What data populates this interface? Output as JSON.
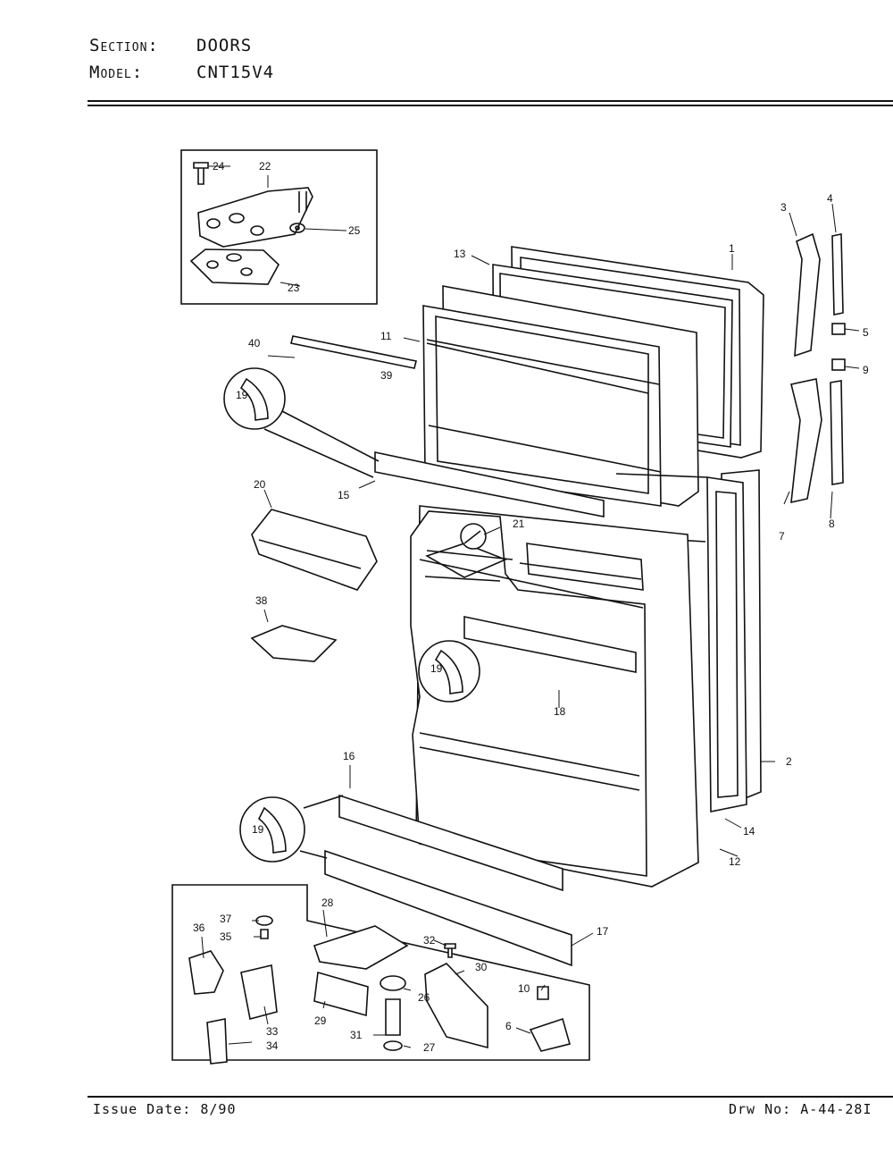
{
  "header": {
    "section_label": "Section:",
    "section_value": "DOORS",
    "model_label": "Model:",
    "model_value": "CNT15V4"
  },
  "footer": {
    "issue_date": "Issue Date: 8/90",
    "drawing_number": "Drw No: A-44-28I"
  },
  "callouts": {
    "c1": "1",
    "c2": "2",
    "c3": "3",
    "c4": "4",
    "c5": "5",
    "c6": "6",
    "c7": "7",
    "c8": "8",
    "c9": "9",
    "c10": "10",
    "c11": "11",
    "c12": "12",
    "c13": "13",
    "c14": "14",
    "c15": "15",
    "c16": "16",
    "c17": "17",
    "c18": "18",
    "c19a": "19",
    "c19b": "19",
    "c19c": "19",
    "c20": "20",
    "c21": "21",
    "c22": "22",
    "c23": "23",
    "c24": "24",
    "c25": "25",
    "c26": "26",
    "c27": "27",
    "c28": "28",
    "c29": "29",
    "c30": "30",
    "c31": "31",
    "c32": "32",
    "c33": "33",
    "c34": "34",
    "c35": "35",
    "c36": "36",
    "c37": "37",
    "c38": "38",
    "c39": "39",
    "c40": "40"
  }
}
